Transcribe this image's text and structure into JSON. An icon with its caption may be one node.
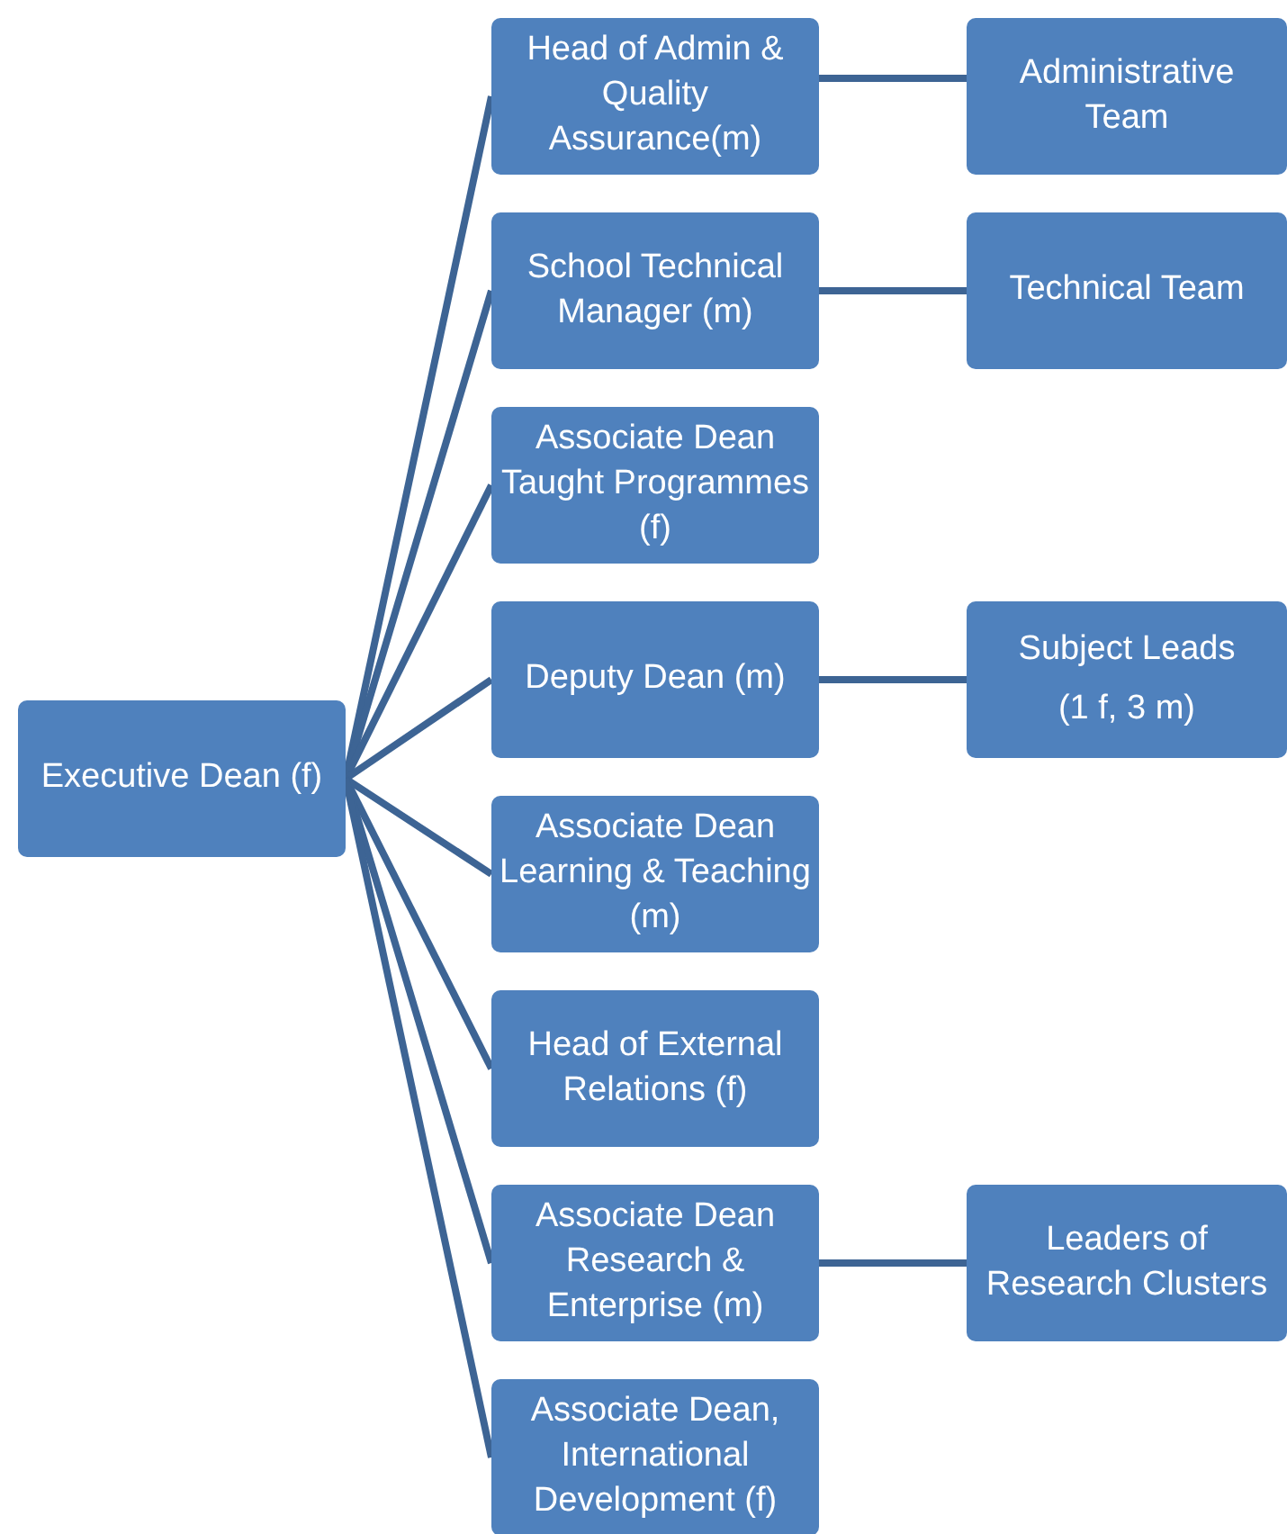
{
  "diagram": {
    "nodes": [
      {
        "text": [
          "Executive Dean (f)"
        ]
      },
      {
        "text": [
          "Head of Admin & Quality Assurance(m)"
        ]
      },
      {
        "text": [
          "School Technical Manager (m)"
        ]
      },
      {
        "text": [
          "Associate Dean Taught Programmes (f)"
        ]
      },
      {
        "text": [
          "Deputy Dean (m)"
        ]
      },
      {
        "text": [
          "Associate Dean Learning & Teaching (m)"
        ]
      },
      {
        "text": [
          "Head of External Relations (f)"
        ]
      },
      {
        "text": [
          "Associate Dean Research & Enterprise (m)"
        ]
      },
      {
        "text": [
          "Associate Dean, International Development (f)"
        ]
      },
      {
        "text": [
          "Administrative Team"
        ]
      },
      {
        "text": [
          "Technical Team"
        ]
      },
      {
        "text": [
          "Subject Leads",
          "(1 f, 3 m)"
        ]
      },
      {
        "text": [
          "Leaders of Research Clusters"
        ]
      }
    ],
    "edges": [
      {
        "from": 0,
        "to": 1,
        "arrow": "none"
      },
      {
        "from": 0,
        "to": 2,
        "arrow": "none"
      },
      {
        "from": 0,
        "to": 3,
        "arrow": "none"
      },
      {
        "from": 0,
        "to": 4,
        "arrow": "none"
      },
      {
        "from": 0,
        "to": 5,
        "arrow": "none"
      },
      {
        "from": 0,
        "to": 6,
        "arrow": "none"
      },
      {
        "from": 0,
        "to": 7,
        "arrow": "none"
      },
      {
        "from": 0,
        "to": 8,
        "arrow": "none"
      },
      {
        "from": 1,
        "to": 9,
        "arrow": "none"
      },
      {
        "from": 2,
        "to": 10,
        "arrow": "none"
      },
      {
        "from": 4,
        "to": 11,
        "arrow": "none"
      },
      {
        "from": 7,
        "to": 12,
        "arrow": "none"
      }
    ]
  }
}
